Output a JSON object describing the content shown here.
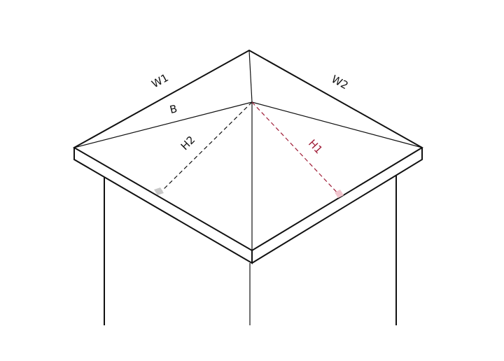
{
  "labels": {
    "w1": "W1",
    "w2": "W2",
    "b": "B",
    "h1": "H1",
    "h2": "H2"
  },
  "colors": {
    "line": "#111111",
    "accent": "#a01e38",
    "right_angle_marker_gray": "#c8c8c8",
    "right_angle_marker_pink": "#f2c6cf",
    "background": "#ffffff"
  }
}
